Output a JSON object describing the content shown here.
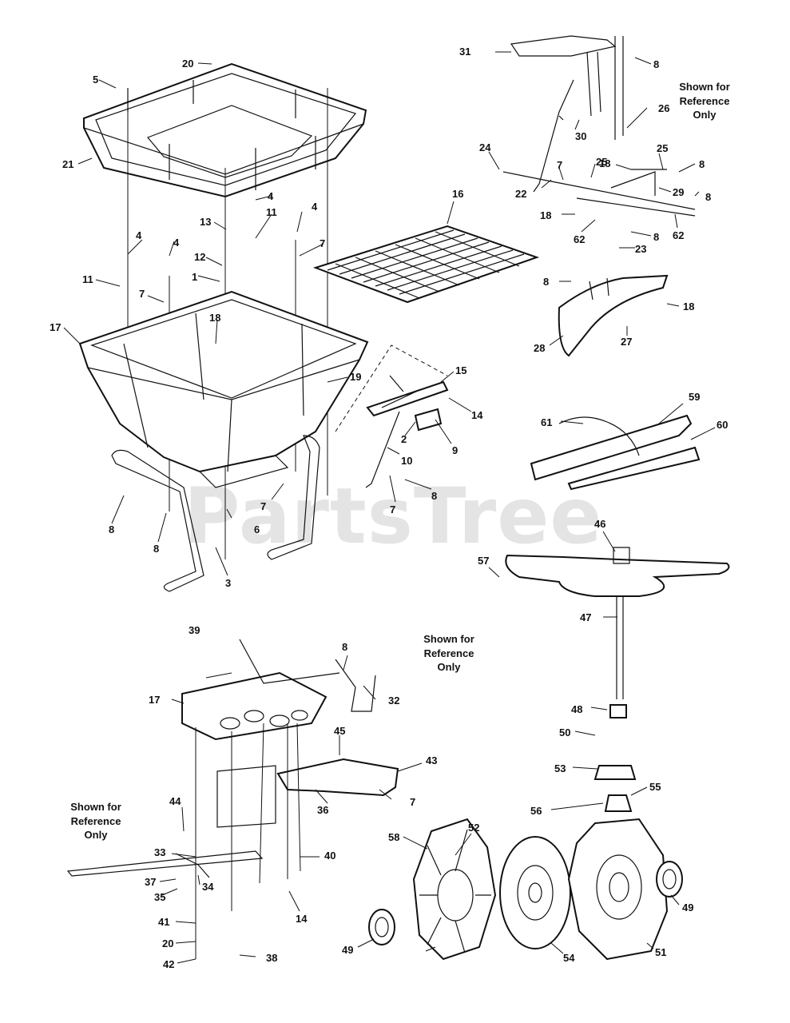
{
  "watermark": "PartsTree",
  "notes": {
    "reference_top_right": "Shown for Reference Only",
    "reference_middle": "Shown for Reference Only",
    "reference_left": "Shown for Reference Only"
  },
  "callouts": {
    "c20a": "20",
    "c5": "5",
    "c21": "21",
    "c13": "13",
    "c4a": "4",
    "c11a": "11",
    "c4b": "4",
    "c12": "12",
    "c4c": "4",
    "c4d": "4",
    "c7a": "7",
    "c1": "1",
    "c11b": "11",
    "c7b": "7",
    "c17a": "17",
    "c18a": "18",
    "c19": "19",
    "c16": "16",
    "c15": "15",
    "c14a": "14",
    "c2": "2",
    "c9": "9",
    "c10": "10",
    "c7c": "7",
    "c8a": "8",
    "c7d": "7",
    "c8b": "8",
    "c8c": "8",
    "c6": "6",
    "c3": "3",
    "c31": "31",
    "c8d": "8",
    "c26": "26",
    "c30": "30",
    "c24": "24",
    "c25a": "25",
    "c25b": "25",
    "c7e": "7",
    "c18b": "18",
    "c8e": "8",
    "c22": "22",
    "c29": "29",
    "c8f": "8",
    "c18c": "18",
    "c62a": "62",
    "c8g": "8",
    "c62b": "62",
    "c23": "23",
    "c8h": "8",
    "c18d": "18",
    "c28": "28",
    "c27": "27",
    "c59": "59",
    "c61": "61",
    "c60": "60",
    "c46": "46",
    "c57": "57",
    "c47": "47",
    "c48": "48",
    "c50": "50",
    "c53": "53",
    "c55": "55",
    "c56": "56",
    "c39": "39",
    "c8i": "8",
    "c32": "32",
    "c17b": "17",
    "c45": "45",
    "c43": "43",
    "c36": "36",
    "c7f": "7",
    "c44": "44",
    "c33": "33",
    "c37": "37",
    "c34": "34",
    "c35": "35",
    "c40": "40",
    "c14b": "14",
    "c41": "41",
    "c20b": "20",
    "c42": "42",
    "c38": "38",
    "c58": "58",
    "c52": "52",
    "c49a": "49",
    "c54": "54",
    "c51": "51",
    "c49b": "49"
  }
}
